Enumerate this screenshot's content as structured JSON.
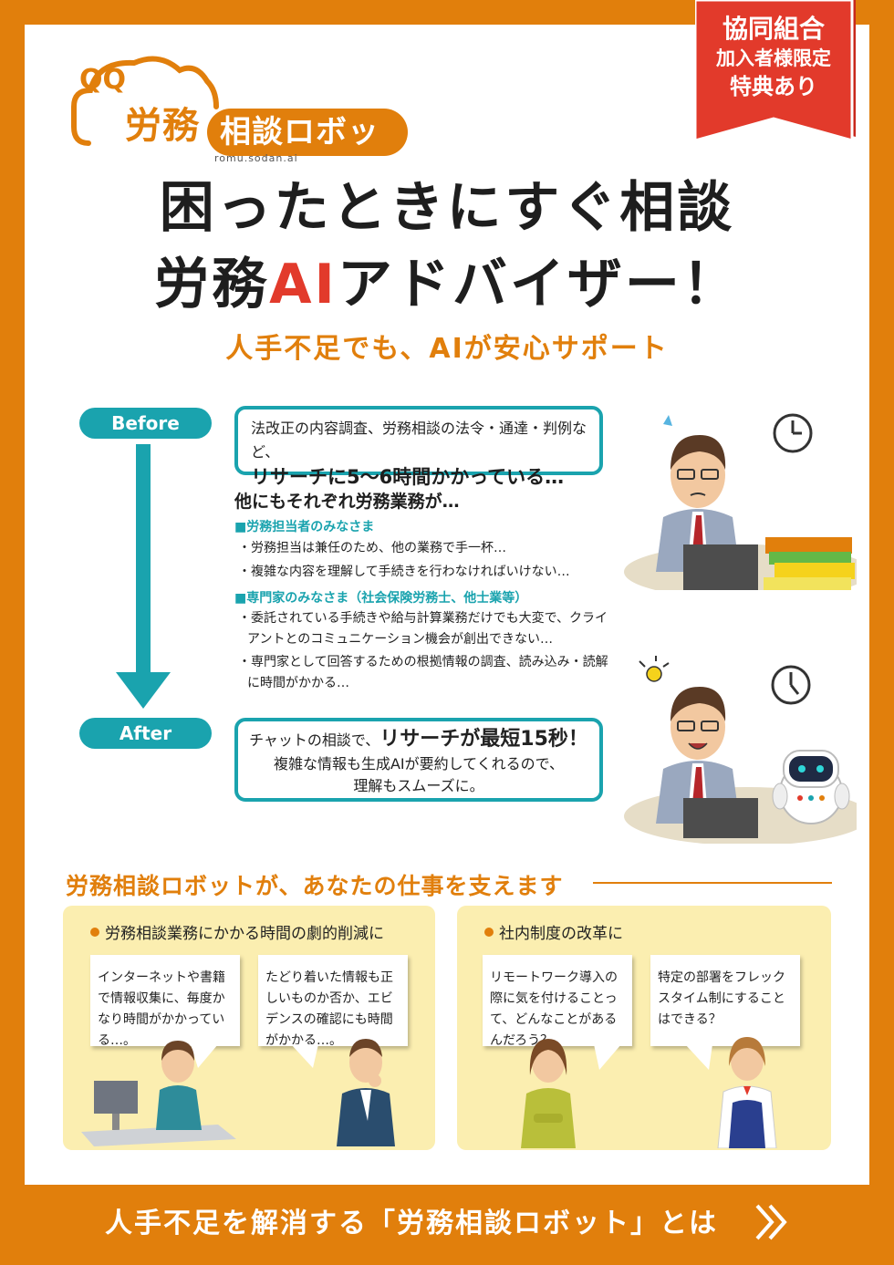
{
  "logo": {
    "word1": "労務",
    "word2": "相談ロボット",
    "domain": "romu.sodan.ai"
  },
  "ribbon": {
    "line1": "協同組合",
    "line2": "加入者様限定",
    "line3": "特典あり"
  },
  "headline": {
    "line1": "困ったときにすぐ相談",
    "line2_pre": "労務",
    "line2_accent": "AI",
    "line2_post": "アドバイザー！",
    "sub": "人手不足でも、AIが安心サポート"
  },
  "before": {
    "label": "Before",
    "line1": "法改正の内容調査、労務相談の法令・通達・判例など、",
    "line2": "リサーチに5〜6時間かかっている…",
    "others_title": "他にもそれぞれ労務業務が…",
    "groups": [
      {
        "title": "■労務担当者のみなさま",
        "items": [
          "・労務担当は兼任のため、他の業務で手一杯…",
          "・複雑な内容を理解して手続きを行わなければいけない…"
        ]
      },
      {
        "title": "■専門家のみなさま（社会保険労務士、他士業等）",
        "items": [
          "・委託されている手続きや給与計算業務だけでも大変で、クライアントとのコミュニケーション機会が創出できない…",
          "・専門家として回答するための根拠情報の調査、読み込み・読解に時間がかかる…"
        ]
      }
    ]
  },
  "after": {
    "label": "After",
    "line1_pre": "チャットの相談で、",
    "line1_strong": "リサーチが最短15秒！",
    "line2": "複雑な情報も生成AIが要約してくれるので、",
    "line3": "理解もスムーズに。"
  },
  "support": {
    "title": "労務相談ロボットが、あなたの仕事を支えます",
    "panels": [
      {
        "heading": "労務相談業務にかかる時間の劇的削減に",
        "bubbles": [
          "インターネットや書籍で情報収集に、毎度かなり時間がかかっている…。",
          "たどり着いた情報も正しいものか否か、エビデンスの確認にも時間がかかる…。"
        ]
      },
      {
        "heading": "社内制度の改革に",
        "bubbles": [
          "リモートワーク導入の際に気を付けることって、どんなことがあるんだろう？",
          "特定の部署をフレックスタイム制にすることはできる？"
        ]
      }
    ]
  },
  "footer": {
    "text": "人手不足を解消する「労務相談ロボット」とは"
  },
  "colors": {
    "orange": "#e17f0c",
    "teal": "#1aa3ae",
    "red": "#e23a2b",
    "panel": "#fbeeb0"
  },
  "icons": {
    "arrow": "down-arrow-icon",
    "clock": "clock-icon",
    "bulb": "light-bulb-icon",
    "chevron": "double-chevron-right-icon"
  }
}
